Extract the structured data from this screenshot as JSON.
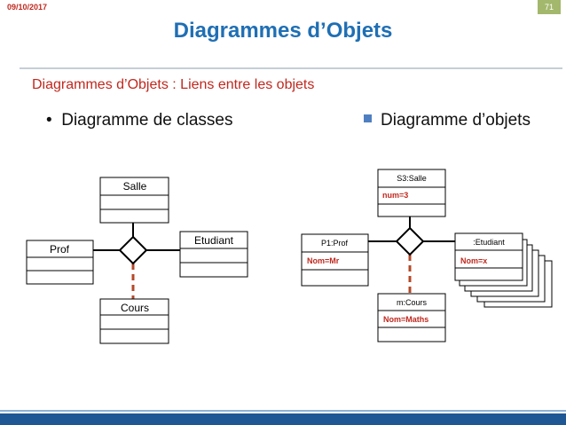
{
  "header": {
    "date": "09/10/2017",
    "page_number": "71"
  },
  "title": "Diagrammes d’Objets",
  "subtitle": "Diagrammes d’Objets : Liens entre les objets",
  "left": {
    "bullet": "Diagramme de classes",
    "classes": {
      "top": "Salle",
      "left": "Prof",
      "right": "Etudiant",
      "bottom": "Cours"
    }
  },
  "right": {
    "bullet": "Diagramme d’objets",
    "objects": {
      "top": {
        "name": "S3:Salle",
        "attr": "num=3"
      },
      "left": {
        "name": "P1:Prof",
        "attr": "Nom=Mr"
      },
      "right": {
        "name": ":Etudiant",
        "attr": "Nom=x"
      },
      "bottom": {
        "name": "m:Cours",
        "attr": "Nom=Maths"
      }
    }
  },
  "colors": {
    "title": "#1f6fb4",
    "accent_red": "#c0281e",
    "link_dashed": "#b5482a",
    "bullet_square": "#4f7fc0"
  }
}
